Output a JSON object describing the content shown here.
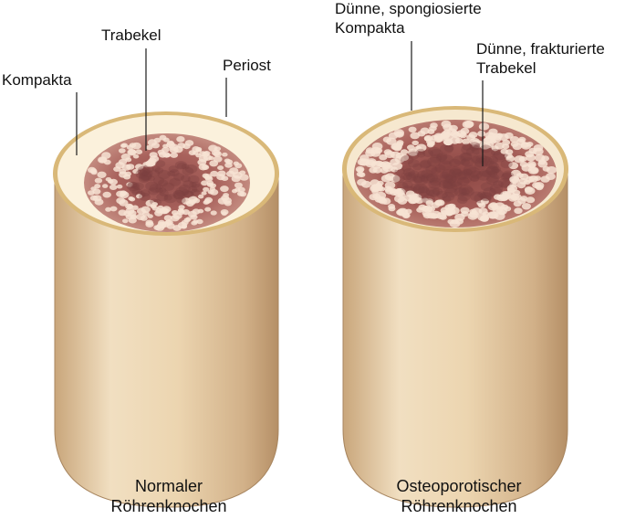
{
  "labels": {
    "kompakta": "Kompakta",
    "trabekel": "Trabekel",
    "periost": "Periost",
    "thin_compact_line1": "Dünne, spongiosierte",
    "thin_compact_line2": "Kompakta",
    "thin_trabecula_line1": "Dünne, frakturierte",
    "thin_trabecula_line2": "Trabekel"
  },
  "captions": {
    "normal_line1": "Normaler",
    "normal_line2": "Röhrenknochen",
    "osteo_line1": "Osteoporotischer",
    "osteo_line2": "Röhrenknochen"
  },
  "colors": {
    "shaft_light": "#f3e2c4",
    "shaft_mid": "#dcbf96",
    "shaft_dark": "#b8946a",
    "compact_bone": "#fbf1dc",
    "periosteum": "#d9b878",
    "trabecular_red": "#a8615c",
    "marrow_dark": "#8a4a48",
    "leader_line": "#1a1a1a"
  },
  "bones": [
    {
      "name": "normal",
      "compact_thickness": 0.28,
      "pore_density": 0.35
    },
    {
      "name": "osteoporotic",
      "compact_thickness": 0.07,
      "pore_density": 0.7
    }
  ]
}
